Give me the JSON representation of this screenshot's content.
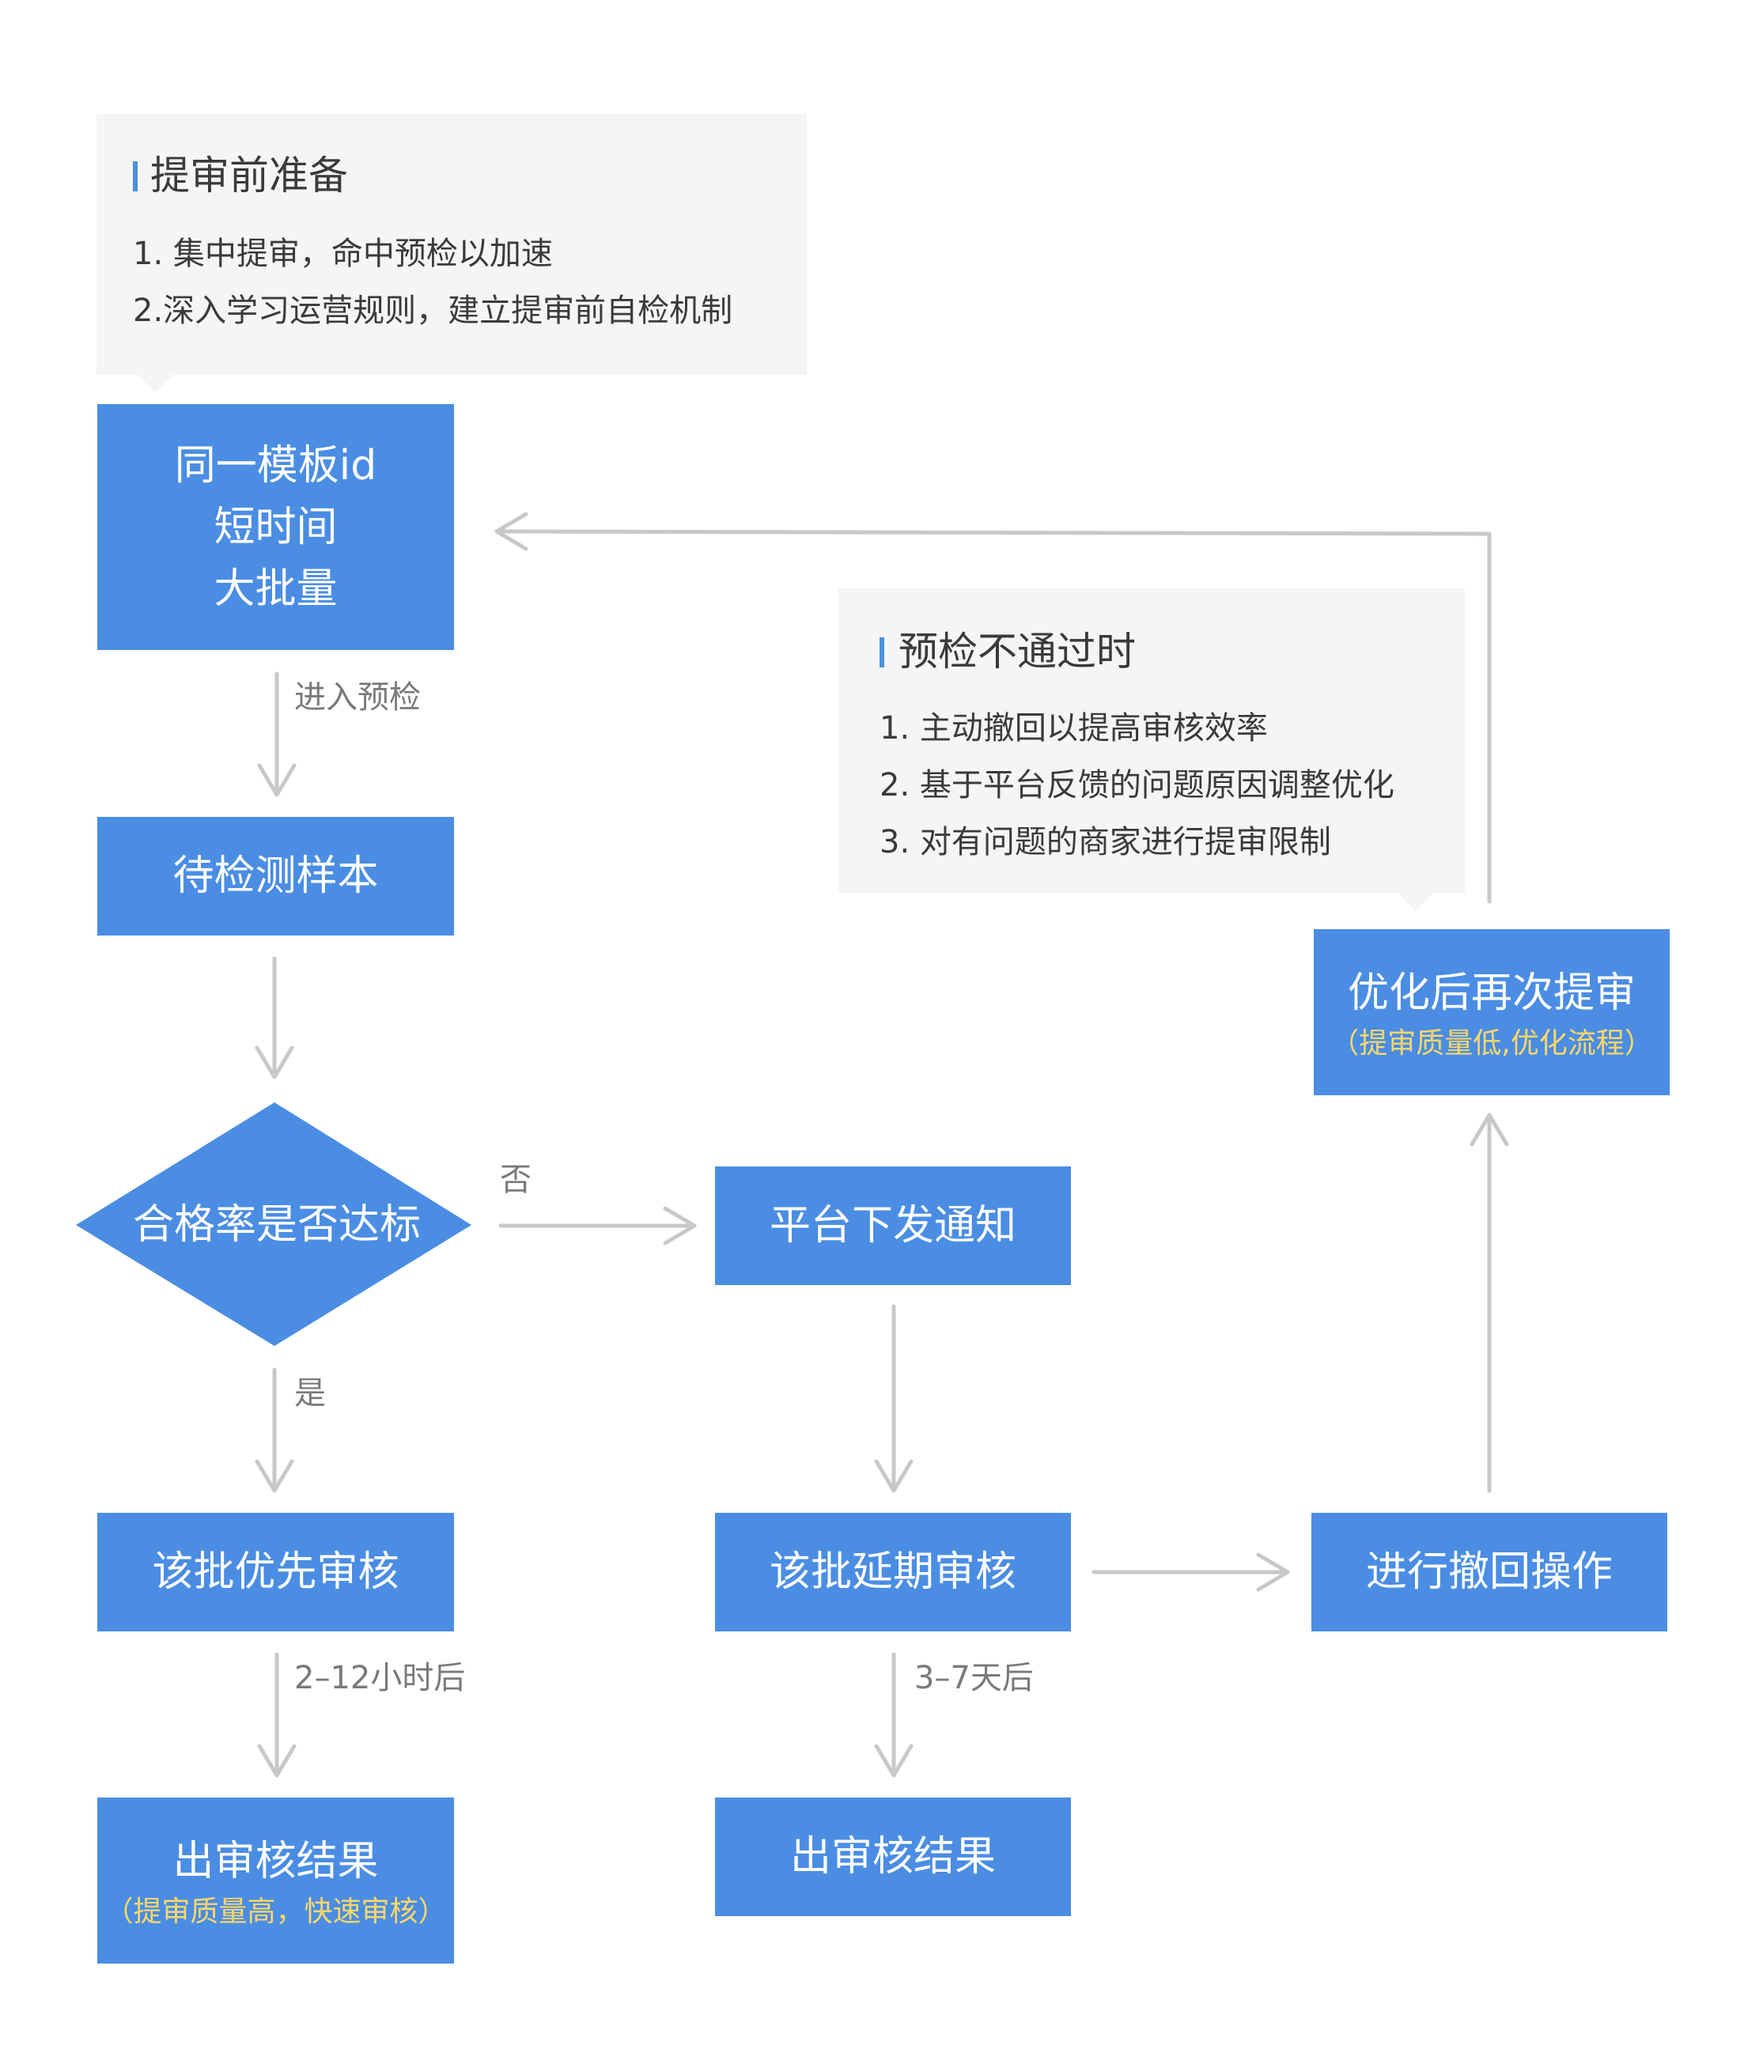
{
  "note_prep": {
    "title": "提审前准备",
    "items": [
      "1. 集中提审，命中预检以加速",
      "2.深入学习运营规则，建立提审前自检机制"
    ]
  },
  "note_fail": {
    "title": "预检不通过时",
    "items": [
      "1. 主动撤回以提高审核效率",
      "2. 基于平台反馈的问题原因调整优化",
      "3. 对有问题的商家进行提审限制"
    ]
  },
  "nodes": {
    "start": {
      "lines": [
        "同一模板id",
        "短时间",
        "大批量"
      ]
    },
    "sample": {
      "label": "待检测样本"
    },
    "decision": {
      "label": "合格率是否达标"
    },
    "notify": {
      "label": "平台下发通知"
    },
    "priority": {
      "label": "该批优先审核"
    },
    "delay": {
      "label": "该批延期审核"
    },
    "withdraw": {
      "label": "进行撤回操作"
    },
    "resubmit": {
      "label": "优化后再次提审",
      "sub": "（提审质量低,优化流程）"
    },
    "result_fast": {
      "label": "出审核结果",
      "sub": "（提审质量高，快速审核）"
    },
    "result_slow": {
      "label": "出审核结果"
    }
  },
  "edge_labels": {
    "enter_precheck": "进入预检",
    "no": "否",
    "yes": "是",
    "fast_time": "2–12小时后",
    "slow_time": "3–7天后"
  },
  "colors": {
    "node_fill": "#4a8de3",
    "note_bg": "#f5f5f5",
    "accent_bar": "#4a90e2",
    "arrow": "#c8c8c8",
    "subtitle": "#ffd76a"
  }
}
